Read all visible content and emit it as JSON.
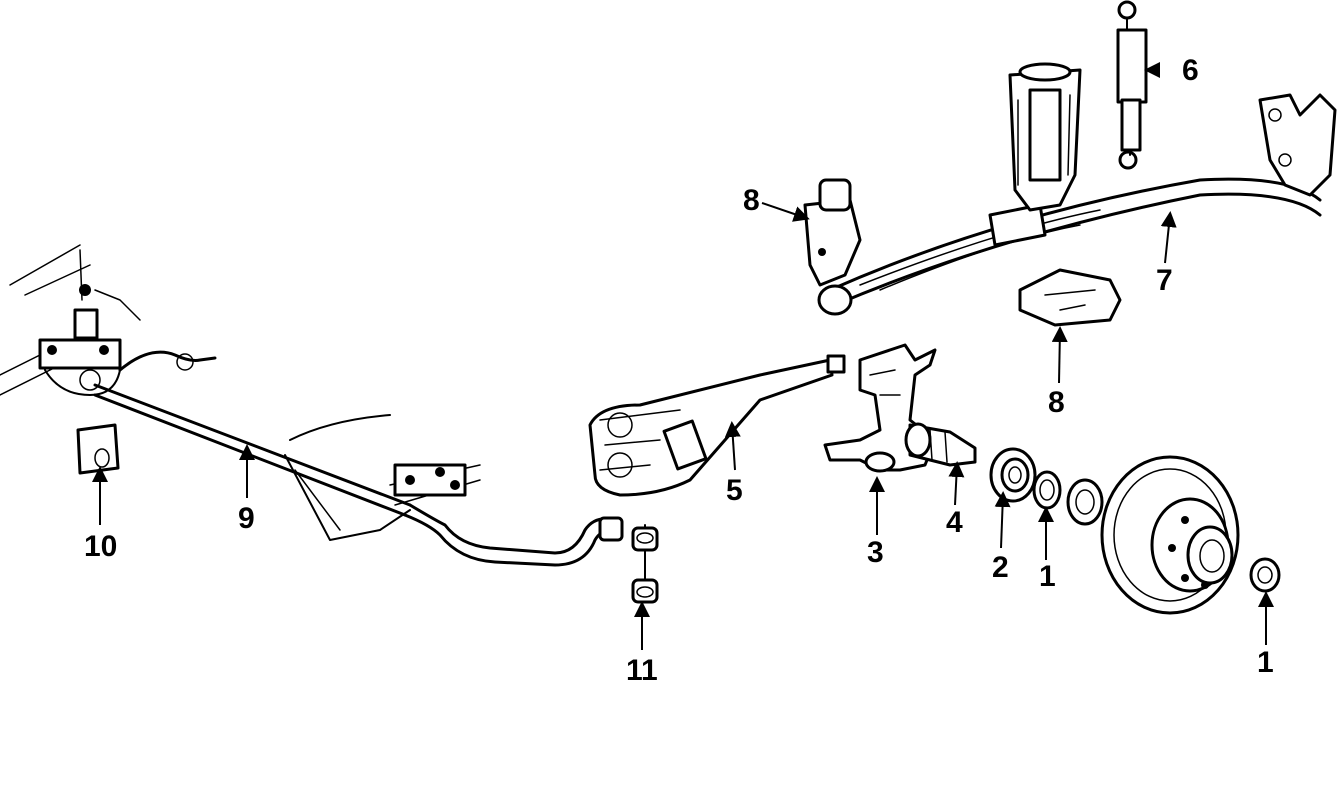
{
  "diagram": {
    "callouts": [
      {
        "id": "c1a",
        "label": "1"
      },
      {
        "id": "c1b",
        "label": "1"
      },
      {
        "id": "c2",
        "label": "2"
      },
      {
        "id": "c3",
        "label": "3"
      },
      {
        "id": "c4",
        "label": "4"
      },
      {
        "id": "c5",
        "label": "5"
      },
      {
        "id": "c6",
        "label": "6"
      },
      {
        "id": "c7",
        "label": "7"
      },
      {
        "id": "c8a",
        "label": "8"
      },
      {
        "id": "c8b",
        "label": "8"
      },
      {
        "id": "c9",
        "label": "9"
      },
      {
        "id": "c10",
        "label": "10"
      },
      {
        "id": "c11",
        "label": "11"
      }
    ]
  }
}
